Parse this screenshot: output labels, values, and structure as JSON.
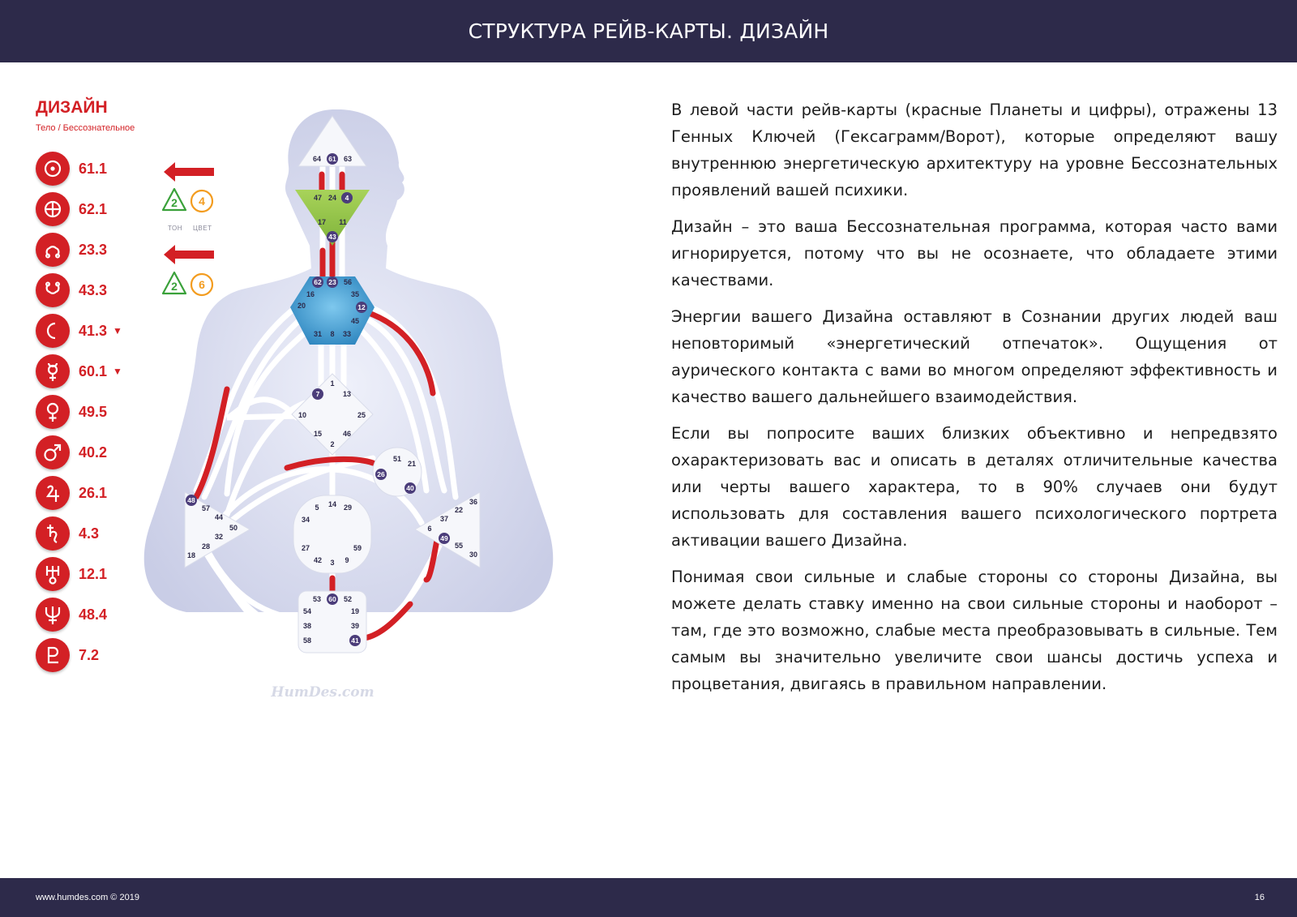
{
  "header": {
    "title": "СТРУКТУРА РЕЙВ-КАРТЫ. ДИЗАЙН"
  },
  "footer": {
    "url": "www.humdes.com © 2019",
    "page": "16"
  },
  "design_panel": {
    "title": "ДИЗАЙН",
    "subtitle": "Тело / Бессознательное",
    "planets": [
      {
        "icon": "sun-icon",
        "value": "61.1",
        "flag": ""
      },
      {
        "icon": "earth-icon",
        "value": "62.1",
        "flag": ""
      },
      {
        "icon": "north-node-icon",
        "value": "23.3",
        "flag": ""
      },
      {
        "icon": "south-node-icon",
        "value": "43.3",
        "flag": ""
      },
      {
        "icon": "moon-icon",
        "value": "41.3",
        "flag": "▼"
      },
      {
        "icon": "mercury-icon",
        "value": "60.1",
        "flag": "▼"
      },
      {
        "icon": "venus-icon",
        "value": "49.5",
        "flag": ""
      },
      {
        "icon": "mars-icon",
        "value": "40.2",
        "flag": ""
      },
      {
        "icon": "jupiter-icon",
        "value": "26.1",
        "flag": ""
      },
      {
        "icon": "saturn-icon",
        "value": "4.3",
        "flag": ""
      },
      {
        "icon": "uranus-icon",
        "value": "12.1",
        "flag": ""
      },
      {
        "icon": "neptune-icon",
        "value": "48.4",
        "flag": ""
      },
      {
        "icon": "pluto-icon",
        "value": "7.2",
        "flag": ""
      }
    ],
    "variables": [
      {
        "tone": "2",
        "color": "4"
      },
      {
        "tone": "2",
        "color": "6"
      }
    ],
    "tone_label": "ТОН",
    "color_label": "ЦВЕТ"
  },
  "colors": {
    "red": "#d32025",
    "navy": "#2d2a4a",
    "green": "#8cc63f",
    "orange": "#f39c1f",
    "purple": "#4b3d7a",
    "head_green": "#9ccb4a",
    "throat_blue": "#3b96c9"
  },
  "bodygraph": {
    "watermark": "HumDes.com",
    "centers": {
      "head": [
        "64",
        "61",
        "63"
      ],
      "ajna": [
        "47",
        "24",
        "4",
        "17",
        "11",
        "43"
      ],
      "throat": [
        "62",
        "23",
        "56",
        "16",
        "35",
        "20",
        "12",
        "45",
        "31",
        "8",
        "33"
      ],
      "g": [
        "1",
        "7",
        "13",
        "10",
        "25",
        "15",
        "46",
        "2"
      ],
      "ego": [
        "51",
        "21",
        "26",
        "40"
      ],
      "spleen": [
        "48",
        "57",
        "44",
        "50",
        "32",
        "28",
        "18"
      ],
      "sacral": [
        "5",
        "14",
        "29",
        "34",
        "27",
        "59",
        "42",
        "3",
        "9"
      ],
      "solar_plexus": [
        "36",
        "22",
        "37",
        "6",
        "49",
        "55",
        "30"
      ],
      "root": [
        "53",
        "60",
        "52",
        "54",
        "19",
        "38",
        "39",
        "58",
        "41"
      ]
    }
  },
  "text": {
    "paragraphs": [
      "В левой части рейв-карты (красные Планеты и цифры), отражены 13 Генных Ключей (Гексаграмм/Ворот), которые определяют вашу внутреннюю энергетическую архитектуру на уровне Бессознательных проявлений вашей психики.",
      "Дизайн – это ваша Бессознательная программа, которая часто вами игнорируется, потому что вы не осознаете, что обладаете этими качествами.",
      "Энергии вашего Дизайна оставляют в Сознании других людей ваш неповторимый «энергетический отпечаток». Ощущения от аурического контакта с вами во многом определяют эффективность и качество вашего дальнейшего взаимодействия.",
      "Если вы попросите ваших близких объективно и непредвзято охарактеризовать вас и описать в деталях отличительные качества или черты вашего характера, то в 90% случаев они будут использовать для составления вашего психологического портрета активации вашего Дизайна.",
      "Понимая свои сильные и слабые стороны со стороны Дизайна, вы можете делать ставку именно на свои сильные стороны и наоборот – там, где это возможно, слабые места преобразовывать в сильные. Тем самым вы значительно увеличите свои шансы достичь успеха и процветания, двигаясь в правильном направлении."
    ]
  }
}
